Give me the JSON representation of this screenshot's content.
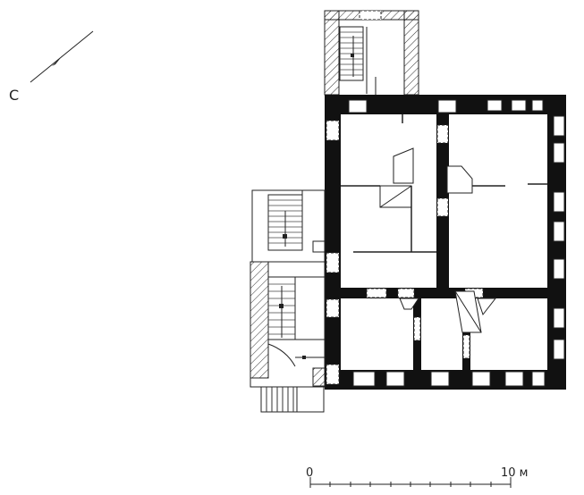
{
  "north_arrow": {
    "label": "С"
  },
  "scale_bar": {
    "zero_label": "0",
    "end_label": "10 м"
  }
}
